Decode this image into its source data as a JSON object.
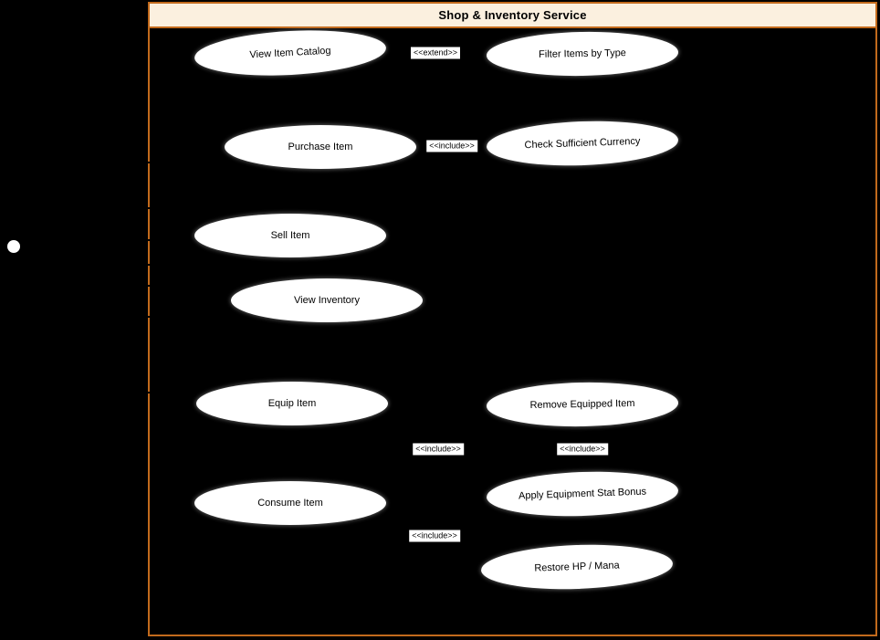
{
  "diagram": {
    "title": "Shop & Inventory Service",
    "colors": {
      "background": "#000000",
      "boundary_border": "#C26A1C",
      "title_fill": "#FBF0DF",
      "usecase_fill": "#FFFFFF",
      "text": "#000000"
    },
    "actor": {
      "icon": "actor-head-circle"
    },
    "use_cases": [
      {
        "id": "view-item-catalog",
        "label": "View Item Catalog"
      },
      {
        "id": "filter-items-by-type",
        "label": "Filter Items by Type"
      },
      {
        "id": "purchase-item",
        "label": "Purchase Item"
      },
      {
        "id": "check-sufficient-currency",
        "label": "Check Sufficient Currency"
      },
      {
        "id": "sell-item",
        "label": "Sell Item"
      },
      {
        "id": "view-inventory",
        "label": "View Inventory"
      },
      {
        "id": "equip-item",
        "label": "Equip Item"
      },
      {
        "id": "remove-equipped-item",
        "label": "Remove Equipped Item"
      },
      {
        "id": "consume-item",
        "label": "Consume Item"
      },
      {
        "id": "apply-equipment-stat-bonus",
        "label": "Apply Equipment Stat Bonus"
      },
      {
        "id": "restore-hp-mana",
        "label": "Restore HP / Mana"
      }
    ],
    "edge_labels": [
      {
        "id": "extend-catalog-filter",
        "text": "<<extend>>"
      },
      {
        "id": "include-purchase-currency",
        "text": "<<include>>"
      },
      {
        "id": "include-equip-bonus",
        "text": "<<include>>"
      },
      {
        "id": "include-remove-bonus",
        "text": "<<include>>"
      },
      {
        "id": "include-consume-restore",
        "text": "<<include>>"
      }
    ]
  }
}
